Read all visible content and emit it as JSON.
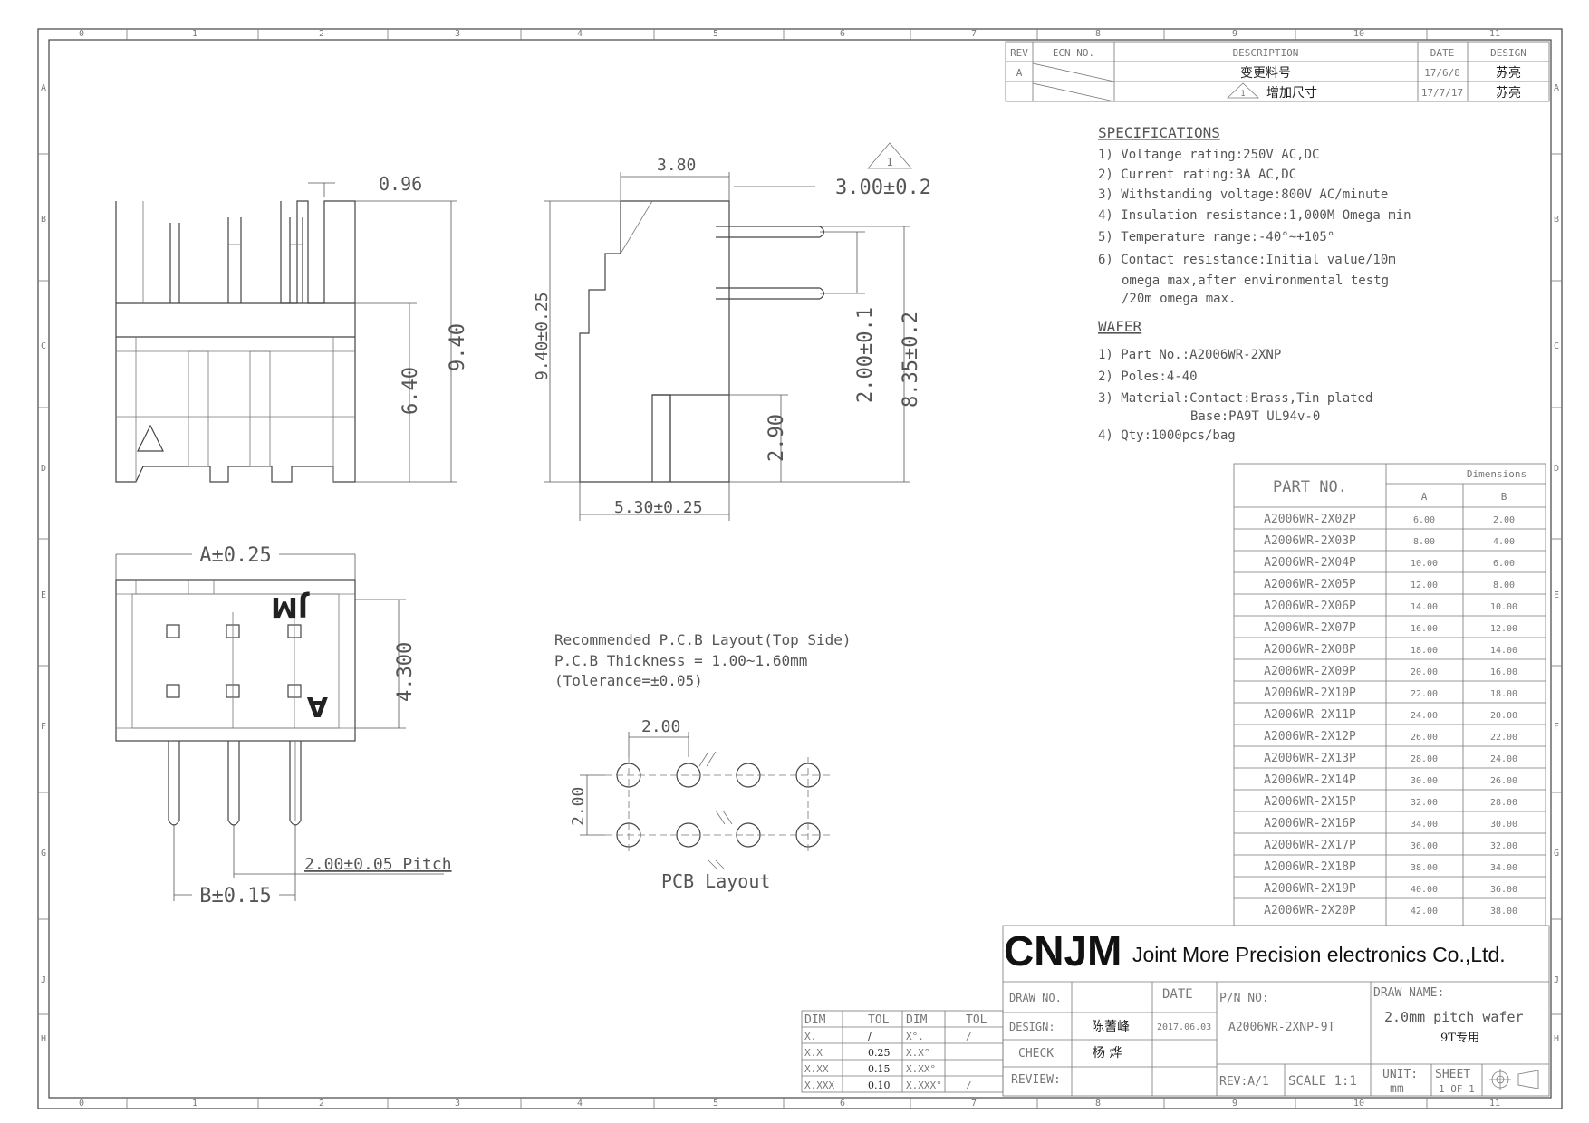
{
  "grid": {
    "columns": [
      "0",
      "1",
      "2",
      "3",
      "4",
      "5",
      "6",
      "7",
      "8",
      "9",
      "10",
      "11"
    ],
    "rows": [
      "A",
      "B",
      "C",
      "D",
      "E",
      "F",
      "G",
      "J",
      "H"
    ]
  },
  "revisions": {
    "headers": [
      "REV",
      "ECN NO.",
      "DESCRIPTION",
      "DATE",
      "DESIGN"
    ],
    "rows": [
      {
        "rev": "A",
        "description": "变更料号",
        "date": "17/6/8",
        "design": "苏亮"
      },
      {
        "rev": "",
        "description": "增加尺寸",
        "marker": "1",
        "date": "17/7/17",
        "design": "苏亮"
      }
    ]
  },
  "specifications": {
    "title": "SPECIFICATIONS",
    "items": [
      "1) Voltange rating:250V AC,DC",
      "2) Current rating:3A AC,DC",
      "3) Withstanding voltage:800V AC/minute",
      "4) Insulation resistance:1,000M Omega min",
      "5) Temperature range:-40°~+105°",
      "6) Contact resistance:Initial value/10m",
      "omega max,after environmental testg",
      "/20m omega max."
    ]
  },
  "wafer": {
    "title": "WAFER",
    "items": [
      "1) Part No.:A2006WR-2XNP",
      "2) Poles:4-40",
      "3) Material:Contact:Brass,Tin plated",
      "Base:PA9T UL94v-0",
      "4) Qty:1000pcs/bag"
    ]
  },
  "parts_table": {
    "header_part": "PART NO.",
    "header_dimensions": "Dimensions",
    "col_a": "A",
    "col_b": "B",
    "rows": [
      [
        "A2006WR-2X02P",
        "6.00",
        "2.00"
      ],
      [
        "A2006WR-2X03P",
        "8.00",
        "4.00"
      ],
      [
        "A2006WR-2X04P",
        "10.00",
        "6.00"
      ],
      [
        "A2006WR-2X05P",
        "12.00",
        "8.00"
      ],
      [
        "A2006WR-2X06P",
        "14.00",
        "10.00"
      ],
      [
        "A2006WR-2X07P",
        "16.00",
        "12.00"
      ],
      [
        "A2006WR-2X08P",
        "18.00",
        "14.00"
      ],
      [
        "A2006WR-2X09P",
        "20.00",
        "16.00"
      ],
      [
        "A2006WR-2X10P",
        "22.00",
        "18.00"
      ],
      [
        "A2006WR-2X11P",
        "24.00",
        "20.00"
      ],
      [
        "A2006WR-2X12P",
        "26.00",
        "22.00"
      ],
      [
        "A2006WR-2X13P",
        "28.00",
        "24.00"
      ],
      [
        "A2006WR-2X14P",
        "30.00",
        "26.00"
      ],
      [
        "A2006WR-2X15P",
        "32.00",
        "28.00"
      ],
      [
        "A2006WR-2X16P",
        "34.00",
        "30.00"
      ],
      [
        "A2006WR-2X17P",
        "36.00",
        "32.00"
      ],
      [
        "A2006WR-2X18P",
        "38.00",
        "34.00"
      ],
      [
        "A2006WR-2X19P",
        "40.00",
        "36.00"
      ],
      [
        "A2006WR-2X20P",
        "42.00",
        "38.00"
      ]
    ]
  },
  "front_view": {
    "dim_top": "0.96",
    "dim_height": "9.40",
    "dim_inner": "6.40"
  },
  "side_view": {
    "dim_top": "3.80",
    "dim_offset": "3.00±0.2",
    "rev_marker": "1",
    "dim_height": "9.40±0.25",
    "dim_pin_pitch": "2.00±0.1",
    "dim_pin_height": "8.35±0.2",
    "dim_leg": "2.90",
    "dim_width": "5.30±0.25"
  },
  "bottom_view": {
    "dim_a": "A±0.25",
    "dim_b": "B±0.15",
    "dim_depth": "4.300",
    "pitch": "2.00±0.05 Pitch",
    "brand_mark": "JM",
    "polarity_mark": "A"
  },
  "pcb": {
    "line1": "Recommended P.C.B Layout(Top Side)",
    "line2": "P.C.B Thickness = 1.00~1.60mm",
    "line3": "(Tolerance=±0.05)",
    "dim_pitch_h": "2.00",
    "dim_pitch_v": "2.00",
    "caption": "PCB Layout"
  },
  "title_block": {
    "logo": "CNJM",
    "company": "Joint More Precision electronics Co.,Ltd.",
    "draw_no_label": "DRAW NO.",
    "date_label": "DATE",
    "pn_label": "P/N NO:",
    "draw_name_label": "DRAW NAME:",
    "design_label": "DESIGN:",
    "designer": "陈蓍峰",
    "design_date": "2017.06.03",
    "pn": "A2006WR-2XNP-9T",
    "draw_name": "2.0mm pitch wafer",
    "draw_name_cn": "9T专用",
    "check_label": "CHECK",
    "checker": "杨 烨",
    "review_label": "REVIEW:",
    "rev": "REV:A/1",
    "scale": "SCALE 1:1",
    "unit_label": "UNIT:",
    "unit": "mm",
    "sheet_label": "SHEET",
    "sheet": "1 OF 1"
  },
  "tolerance": {
    "headers": [
      "DIM",
      "TOL",
      "DIM",
      "TOL"
    ],
    "rows": [
      [
        "X.",
        "/",
        "X°.",
        "/"
      ],
      [
        "X.X",
        "0.25",
        "X.X°",
        ""
      ],
      [
        "X.XX",
        "0.15",
        "X.XX°",
        ""
      ],
      [
        "X.XXX",
        "0.10",
        "X.XXX°",
        "/"
      ]
    ]
  }
}
